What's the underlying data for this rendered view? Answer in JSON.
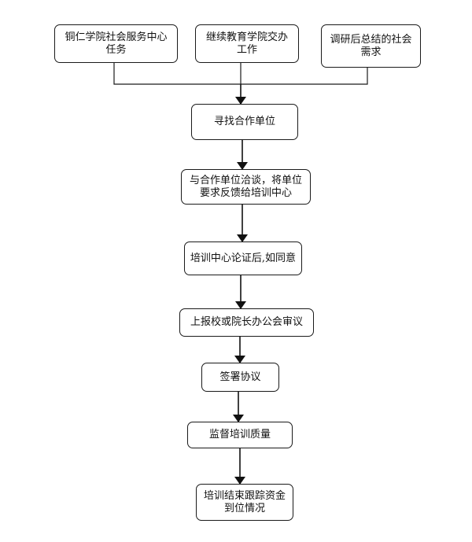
{
  "sources": [
    {
      "id": "src1",
      "label": "铜仁学院社会服务中心\n任务"
    },
    {
      "id": "src2",
      "label": "继续教育学院交办\n工作"
    },
    {
      "id": "src3",
      "label": "调研后总结的社会\n需求"
    }
  ],
  "steps": [
    {
      "id": "step1",
      "label": "寻找合作单位"
    },
    {
      "id": "step2",
      "label": "与合作单位洽谈，将单位\n要求反馈给培训中心"
    },
    {
      "id": "step3",
      "label": "培训中心论证后,如同意"
    },
    {
      "id": "step4",
      "label": "上报校或院长办公会审议"
    },
    {
      "id": "step5",
      "label": "签署协议"
    },
    {
      "id": "step6",
      "label": "监督培训质量"
    },
    {
      "id": "step7",
      "label": "培训结束跟踪资金\n到位情况"
    }
  ]
}
